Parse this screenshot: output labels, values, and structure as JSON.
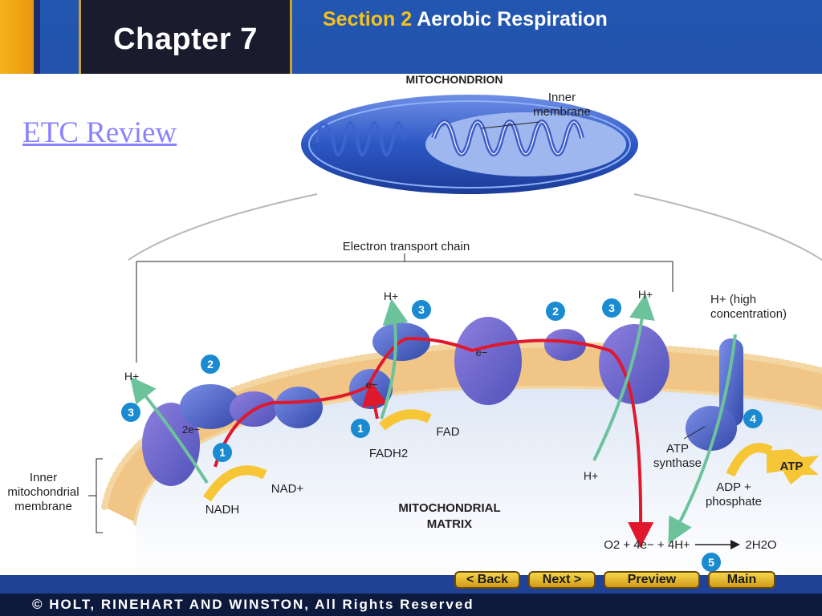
{
  "header": {
    "chapter_label": "Chapter 7",
    "section_number": "Section 2",
    "section_title": "Aerobic Respiration"
  },
  "link": {
    "text": "ETC Review"
  },
  "diagram": {
    "title": "MITOCHONDRION",
    "inner_membrane_label": [
      "Inner",
      "membrane"
    ],
    "etc_label": "Electron transport chain",
    "inner_mito_membrane_label": [
      "Inner",
      "mitochondrial",
      "membrane"
    ],
    "matrix_label": [
      "MITOCHONDRIAL",
      "MATRIX"
    ],
    "labels": {
      "h_plus": "H+",
      "high_conc": [
        "H+ (high",
        "concentration)"
      ],
      "two_e": "2e−",
      "e_minus": "e−",
      "nadh": "NADH",
      "nad_plus": "NAD+",
      "fadh2": "FADH2",
      "fad": "FAD",
      "atp_synthase": [
        "ATP",
        "synthase"
      ],
      "adp_phosphate": [
        "ADP +",
        "phosphate"
      ],
      "atp": "ATP",
      "equation_left": "O2 + 4e− + 4H+",
      "equation_right": "2H2O"
    },
    "step_badges": [
      "1",
      "2",
      "3",
      "1",
      "3",
      "2",
      "3",
      "4",
      "5"
    ]
  },
  "nav": {
    "back": "< Back",
    "next": "Next >",
    "preview": "Preview",
    "main": "Main"
  },
  "footer": {
    "copyright": "© HOLT, RINEHART AND WINSTON, All Rights Reserved"
  },
  "colors": {
    "accent_gold": "#f3c21b",
    "header_blue": "#2356b0",
    "arrow_red": "#e0182d",
    "arrow_green": "#6cc29b",
    "badge_blue": "#1b8bd1",
    "protein_purple": "#7b6bc9"
  }
}
